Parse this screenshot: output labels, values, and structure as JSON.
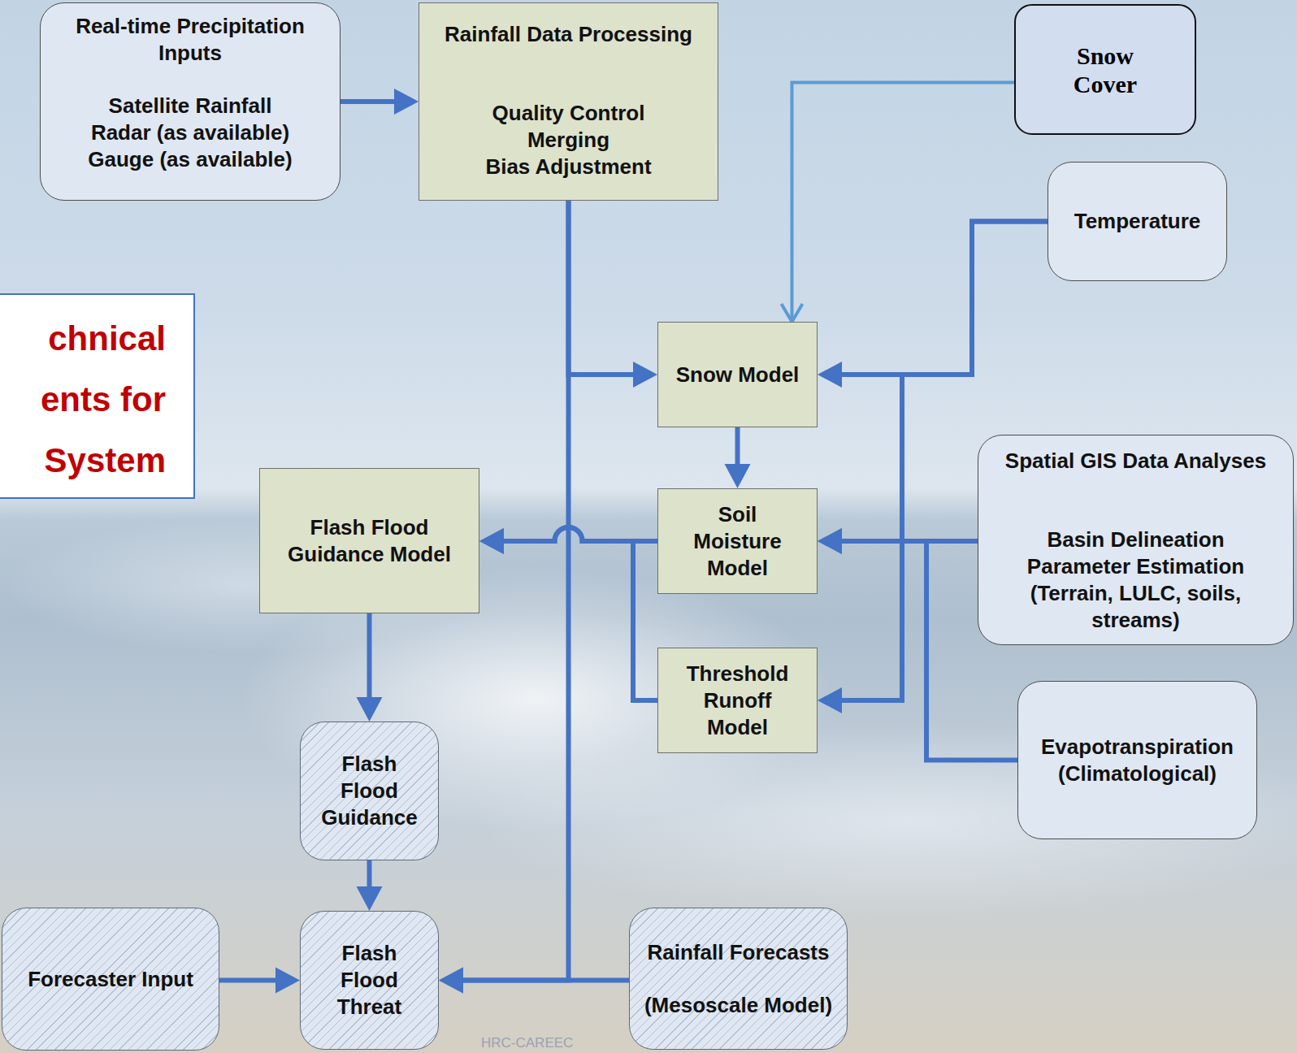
{
  "diagram": {
    "title": "chnical ents for System",
    "nodes": [
      {
        "text": [
          "Real-time Precipitation Inputs",
          "Satellite Rainfall",
          "Radar (as available)",
          "Gauge (as available)"
        ]
      },
      {
        "text": [
          "Rainfall Data Processing",
          "Quality Control",
          "Merging",
          "Bias Adjustment"
        ]
      },
      {
        "text": [
          "Snow Cover"
        ]
      },
      {
        "text": [
          "Temperature"
        ]
      },
      {
        "text": [
          "Snow Model"
        ]
      },
      {
        "text": [
          "Soil Moisture Model"
        ]
      },
      {
        "text": [
          "Spatial GIS Data Analyses",
          "Basin Delineation",
          "Parameter Estimation (Terrain, LULC, soils, streams)"
        ]
      },
      {
        "text": [
          "Flash Flood Guidance Model"
        ]
      },
      {
        "text": [
          "Threshold Runoff Model"
        ]
      },
      {
        "text": [
          "Evapotranspiration (Climatological)"
        ]
      },
      {
        "text": [
          "Flash Flood Guidance"
        ]
      },
      {
        "text": [
          "Forecaster Input"
        ]
      },
      {
        "text": [
          "Flash Flood Threat"
        ]
      },
      {
        "text": [
          "Rainfall Forecasts",
          "(Mesoscale Model)"
        ]
      }
    ],
    "edges": [
      {
        "from": 0,
        "to": 1,
        "arrow": "to"
      },
      {
        "from": 1,
        "to": 4,
        "arrow": "to"
      },
      {
        "from": 1,
        "to": 12,
        "arrow": "to"
      },
      {
        "from": 2,
        "to": 4,
        "arrow": "to"
      },
      {
        "from": 3,
        "to": 4,
        "arrow": "to"
      },
      {
        "from": 3,
        "to": 8,
        "arrow": "to"
      },
      {
        "from": 4,
        "to": 5,
        "arrow": "to"
      },
      {
        "from": 5,
        "to": 7,
        "arrow": "to"
      },
      {
        "from": 8,
        "to": 7,
        "arrow": "to"
      },
      {
        "from": 6,
        "to": 5,
        "arrow": "to"
      },
      {
        "from": 9,
        "to": 5,
        "arrow": "to"
      },
      {
        "from": 7,
        "to": 10,
        "arrow": "to"
      },
      {
        "from": 10,
        "to": 12,
        "arrow": "to"
      },
      {
        "from": 11,
        "to": 12,
        "arrow": "to"
      },
      {
        "from": 13,
        "to": 12,
        "arrow": "to"
      }
    ],
    "labels": [
      "HRC-CAREEC"
    ]
  }
}
